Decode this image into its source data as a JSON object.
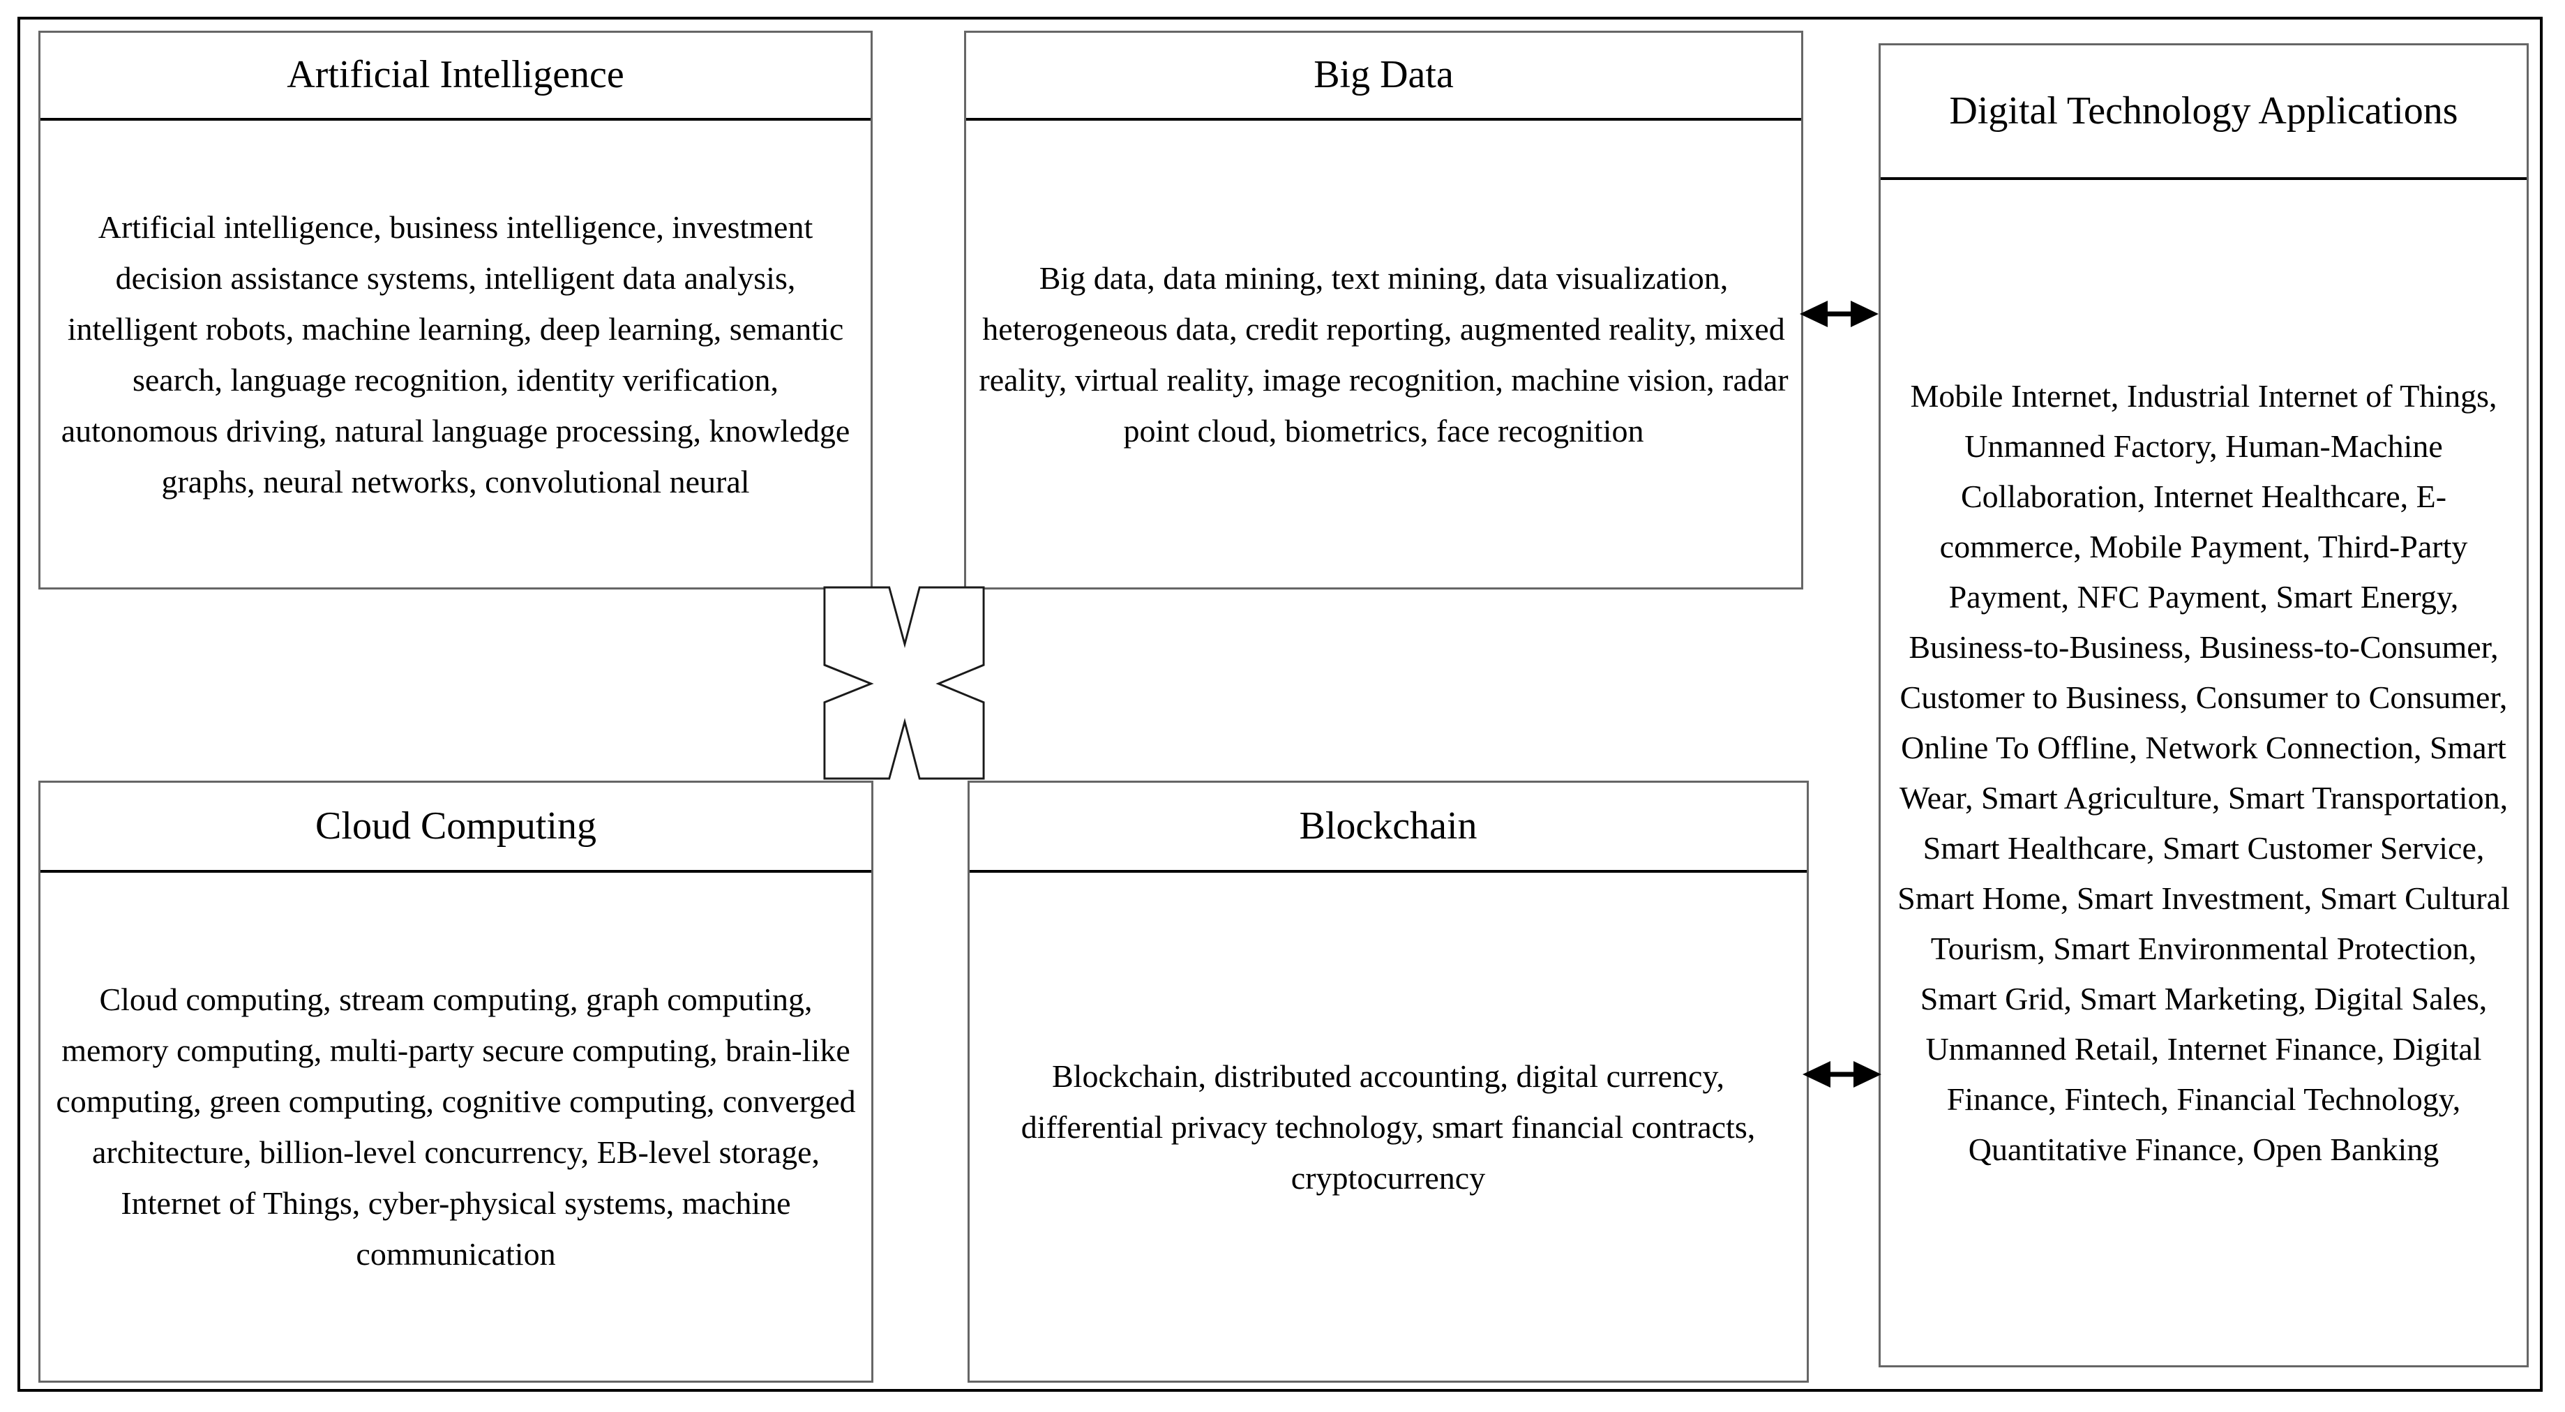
{
  "figure": {
    "background": "#ffffff",
    "colors": {
      "outer_border": "#000000",
      "box_border": "#666666",
      "title_rule": "#000000",
      "text": "#000000",
      "arrow": "#000000"
    },
    "boxes": {
      "ai": {
        "title": "Artificial Intelligence",
        "body": "Artificial intelligence, business intelligence, investment decision assistance systems, intelligent data analysis, intelligent robots, machine learning, deep learning, semantic search, language recognition, identity verification, autonomous driving, natural language processing, knowledge graphs, neural networks, convolutional neural"
      },
      "big_data": {
        "title": "Big Data",
        "body": "Big data, data mining, text mining, data visualization, heterogeneous data, credit reporting, augmented reality, mixed reality, virtual reality, image recognition, machine vision, radar point cloud, biometrics, face recognition"
      },
      "digital_tech": {
        "title": "Digital Technology Applications",
        "body": "Mobile Internet, Industrial Internet of Things, Unmanned Factory, Human-Machine Collaboration, Internet Healthcare, E-commerce, Mobile Payment, Third-Party Payment, NFC Payment, Smart Energy, Business-to-Business, Business-to-Consumer, Customer to Business, Consumer to Consumer, Online To Offline, Network Connection, Smart Wear, Smart Agriculture, Smart Transportation, Smart Healthcare, Smart Customer Service, Smart Home, Smart Investment, Smart Cultural Tourism, Smart Environmental Protection, Smart Grid, Smart Marketing, Digital Sales, Unmanned Retail, Internet Finance, Digital Finance, Fintech, Financial Technology, Quantitative Finance, Open Banking"
      },
      "cloud": {
        "title": "Cloud Computing",
        "body": "Cloud computing, stream computing, graph computing, memory computing, multi-party secure computing, brain-like computing, green computing, cognitive computing, converged architecture, billion-level concurrency, EB-level storage, Internet of Things, cyber-physical systems, machine communication"
      },
      "blockchain": {
        "title": "Blockchain",
        "body": "Blockchain, distributed accounting, digital currency, differential privacy technology, smart financial contracts, cryptocurrency"
      }
    },
    "icons": {
      "center": "quad-arrow-icon",
      "top_connector": "double-headed-arrow-icon",
      "bottom_connector": "double-headed-arrow-icon"
    }
  }
}
